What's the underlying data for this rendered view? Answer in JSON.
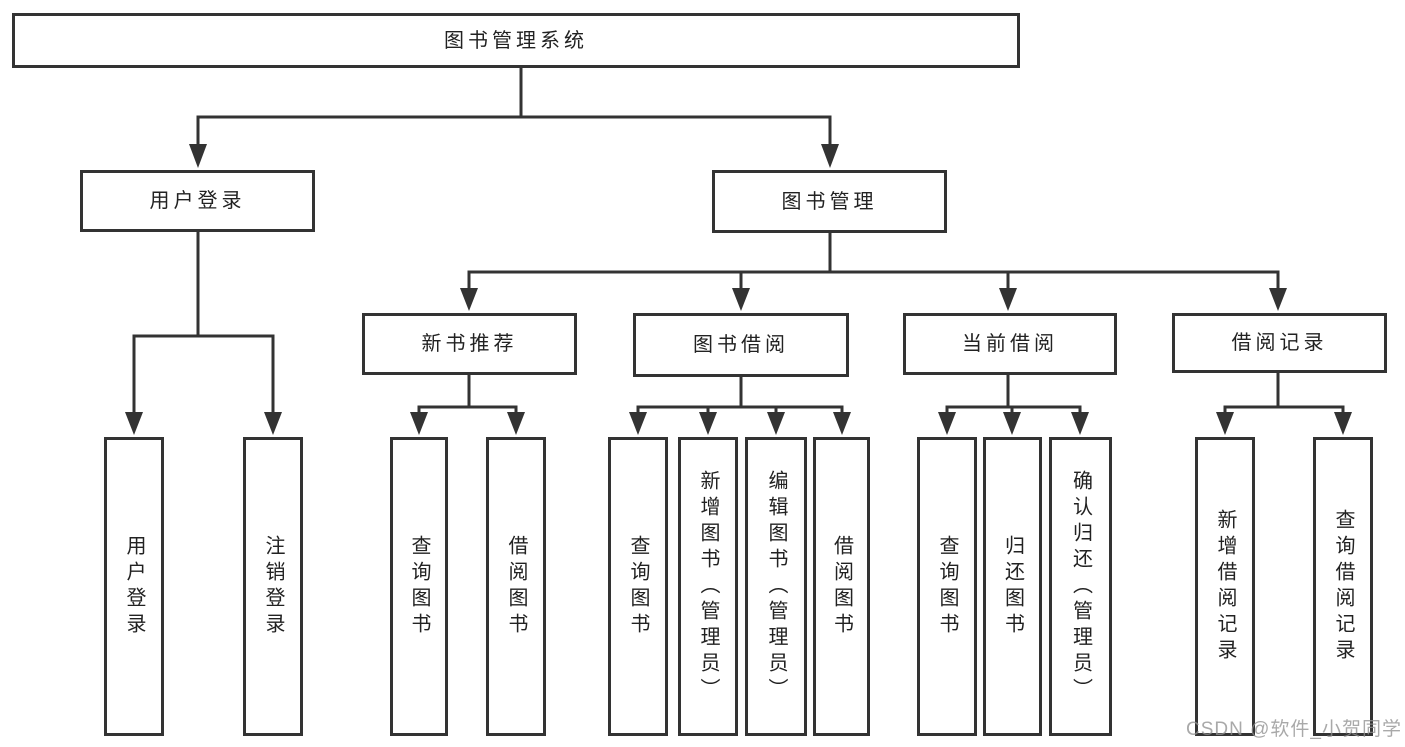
{
  "nodes": {
    "root": "图书管理系统",
    "user_login": "用户登录",
    "book_mgmt": "图书管理",
    "new_book": "新书推荐",
    "book_borrow": "图书借阅",
    "current_borrow": "当前借阅",
    "borrow_record": "借阅记录",
    "leaf_user_login": "用户登录",
    "leaf_logout": "注销登录",
    "leaf_nb_query": "查询图书",
    "leaf_nb_borrow": "借阅图书",
    "leaf_bb_query": "查询图书",
    "leaf_bb_add": "新增图书（管理员）",
    "leaf_bb_edit": "编辑图书（管理员）",
    "leaf_bb_borrow": "借阅图书",
    "leaf_cb_query": "查询图书",
    "leaf_cb_return": "归还图书",
    "leaf_cb_confirm": "确认归还（管理员）",
    "leaf_br_add": "新增借阅记录",
    "leaf_br_query": "查询借阅记录"
  },
  "watermark": "CSDN @软件_小贺同学",
  "colors": {
    "line": "#333333",
    "text": "#222222",
    "watermark": "#919191",
    "background": "#ffffff"
  }
}
